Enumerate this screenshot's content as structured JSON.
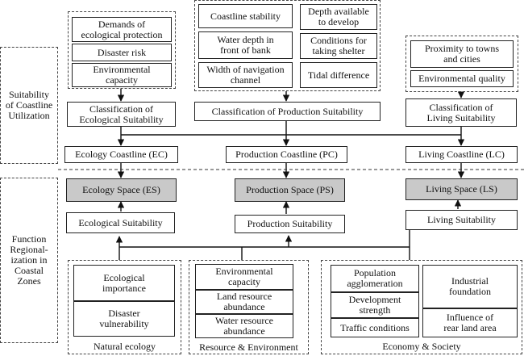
{
  "side_labels": {
    "suitability": "Suitability\nof Coastline\nUtilization",
    "function": "Function\nRegional-\nization in\nCoastal\nZones"
  },
  "ecological_factors": [
    "Demands of\necological protection",
    "Disaster risk",
    "Environmental\ncapacity"
  ],
  "production_factors": [
    "Coastline stability",
    "Depth available\nto develop",
    "Water depth in\nfront of bank",
    "Conditions for\ntaking shelter",
    "Width of navigation\nchannel",
    "Tidal difference"
  ],
  "living_factors": [
    "Proximity to towns\nand cities",
    "Environmental quality"
  ],
  "classifications": {
    "ecological": "Classification of\nEcological Suitability",
    "production": "Classification of Production Suitability",
    "living": "Classification of\nLiving Suitability"
  },
  "coastlines": {
    "ec": "Ecology Coastline (EC)",
    "pc": "Production Coastline (PC)",
    "lc": "Living Coastline (LC)"
  },
  "spaces": {
    "es": "Ecology Space (ES)",
    "ps": "Production Space (PS)",
    "ls": "Living Space (LS)"
  },
  "suitabilities": {
    "ecological": "Ecological Suitability",
    "production": "Production Suitability",
    "living": "Living Suitability"
  },
  "natural_ecology": {
    "label": "Natural ecology",
    "items": [
      "Ecological\nimportance",
      "Disaster\nvulnerability"
    ]
  },
  "resource_environment": {
    "label": "Resource & Environment",
    "items": [
      "Environmental\ncapacity",
      "Land resource\nabundance",
      "Water resource\nabundance"
    ]
  },
  "economy_society": {
    "label": "Economy & Society",
    "items": [
      "Population\nagglomeration",
      "Development\nstrength",
      "Traffic conditions",
      "Industrial\nfoundation",
      "Influence of\nrear land area"
    ]
  }
}
